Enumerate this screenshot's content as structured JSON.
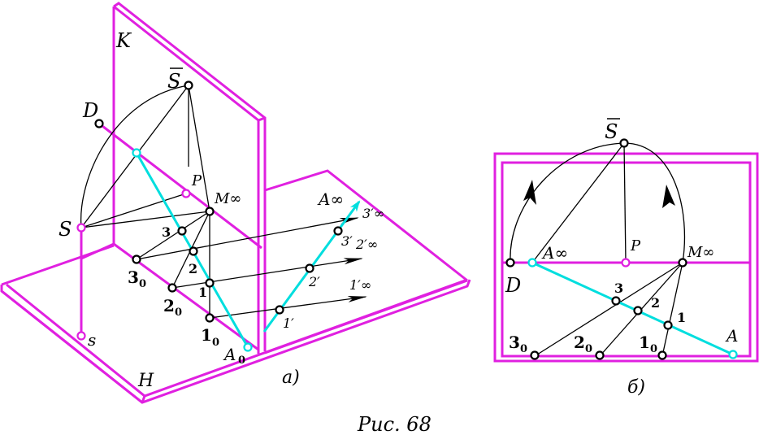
{
  "colors": {
    "frame": "#e020e0",
    "ray": "#00dede",
    "line": "#000000",
    "bg": "#ffffff"
  },
  "caption": "Рис. 68",
  "left": {
    "sublabel": "а)",
    "labels": {
      "K": "K",
      "S_bar": "S",
      "D": "D",
      "P": "P",
      "M": "M∞",
      "S": "S",
      "s": "s",
      "n3": "3",
      "n2": "2",
      "n1": "1",
      "n30": "3",
      "n20": "2",
      "n10": "1",
      "A0": "A",
      "sub0": "0",
      "H": "H",
      "A_inf": "A∞",
      "p3": "3′",
      "p2": "2′",
      "p1": "1′",
      "inf3": "3′∞",
      "inf2": "2′∞",
      "inf1": "1′∞"
    }
  },
  "right": {
    "sublabel": "б)",
    "labels": {
      "S_bar": "S",
      "A_inf": "A∞",
      "P": "P",
      "M": "M∞",
      "D": "D",
      "n3": "3",
      "n2": "2",
      "n1": "1",
      "n30": "3",
      "n20": "2",
      "n10": "1",
      "sub0": "0",
      "A": "A"
    }
  }
}
